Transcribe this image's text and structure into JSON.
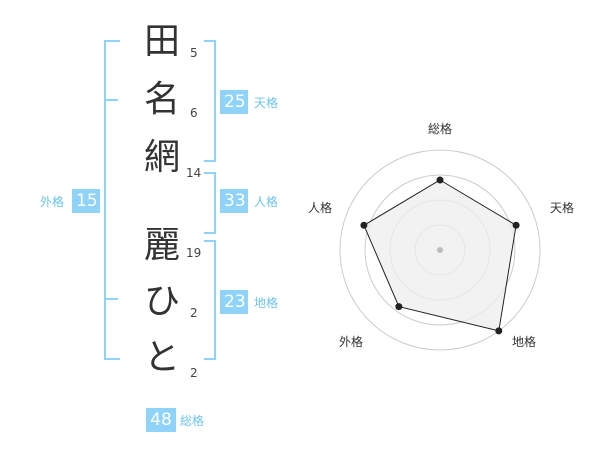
{
  "name": {
    "chars": [
      {
        "char": "田",
        "strokes": "5"
      },
      {
        "char": "名",
        "strokes": "6"
      },
      {
        "char": "網",
        "strokes": "14"
      },
      {
        "char": "麗",
        "strokes": "19"
      },
      {
        "char": "ひ",
        "strokes": "2"
      },
      {
        "char": "と",
        "strokes": "2"
      }
    ]
  },
  "fortune": {
    "tenkaku": {
      "value": "25",
      "label": "天格"
    },
    "jinkaku": {
      "value": "33",
      "label": "人格"
    },
    "chikaku": {
      "value": "23",
      "label": "地格"
    },
    "gaikaku": {
      "value": "15",
      "label": "外格"
    },
    "soukaku": {
      "value": "48",
      "label": "総格"
    }
  },
  "chart_data": {
    "type": "radar",
    "axes": [
      "総格",
      "天格",
      "地格",
      "外格",
      "人格"
    ],
    "values": [
      3.5,
      4,
      5,
      3.5,
      4
    ],
    "max": 5,
    "rings": 4,
    "colors": {
      "fill": "#eeeeee",
      "line": "#222222",
      "ring": "#cccccc"
    }
  }
}
